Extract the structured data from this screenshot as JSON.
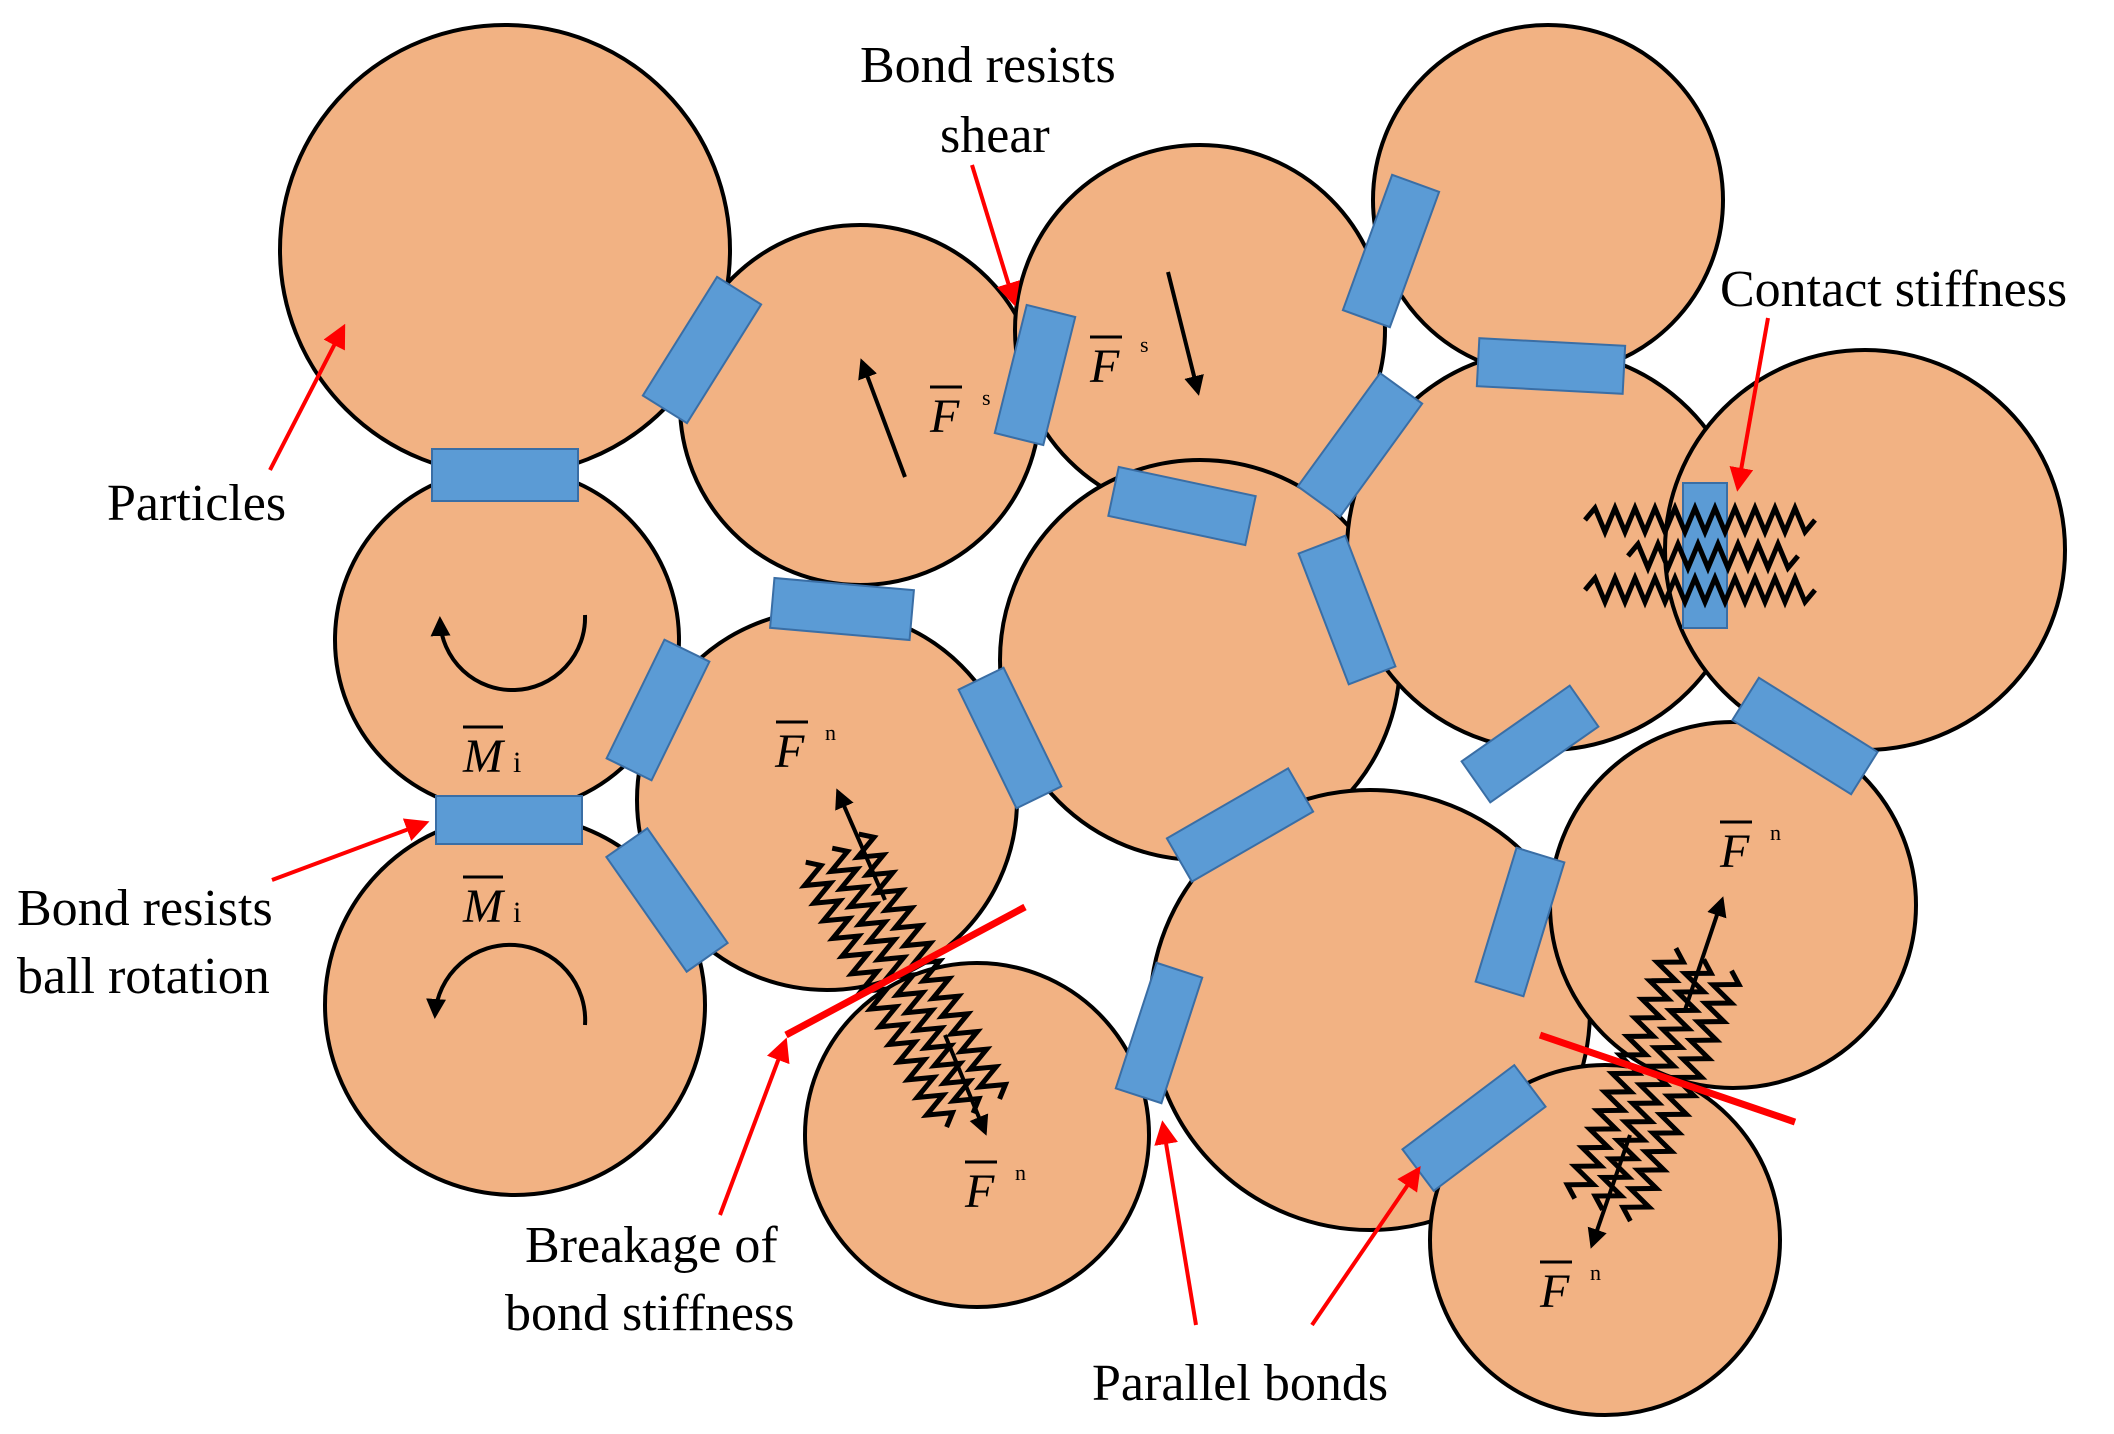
{
  "colors": {
    "particle_fill": "#f2b283",
    "bond_fill": "#5b9bd5",
    "annotation_arrow": "#ff0000",
    "breakage_line": "#ff0000",
    "force_arrow": "#000000"
  },
  "labels": {
    "particles": "Particles",
    "bond_shear_line1": "Bond resists",
    "bond_shear_line2": "shear",
    "contact_stiffness": "Contact stiffness",
    "bond_rotation_line1": "Bond resists",
    "bond_rotation_line2": "ball rotation",
    "breakage_line1": "Breakage of",
    "breakage_line2": "bond stiffness",
    "parallel_bonds": "Parallel bonds"
  },
  "symbols": {
    "force": "F",
    "moment": "M",
    "shear_superscript": "s",
    "normal_superscript": "n",
    "moment_subscript": "i"
  }
}
